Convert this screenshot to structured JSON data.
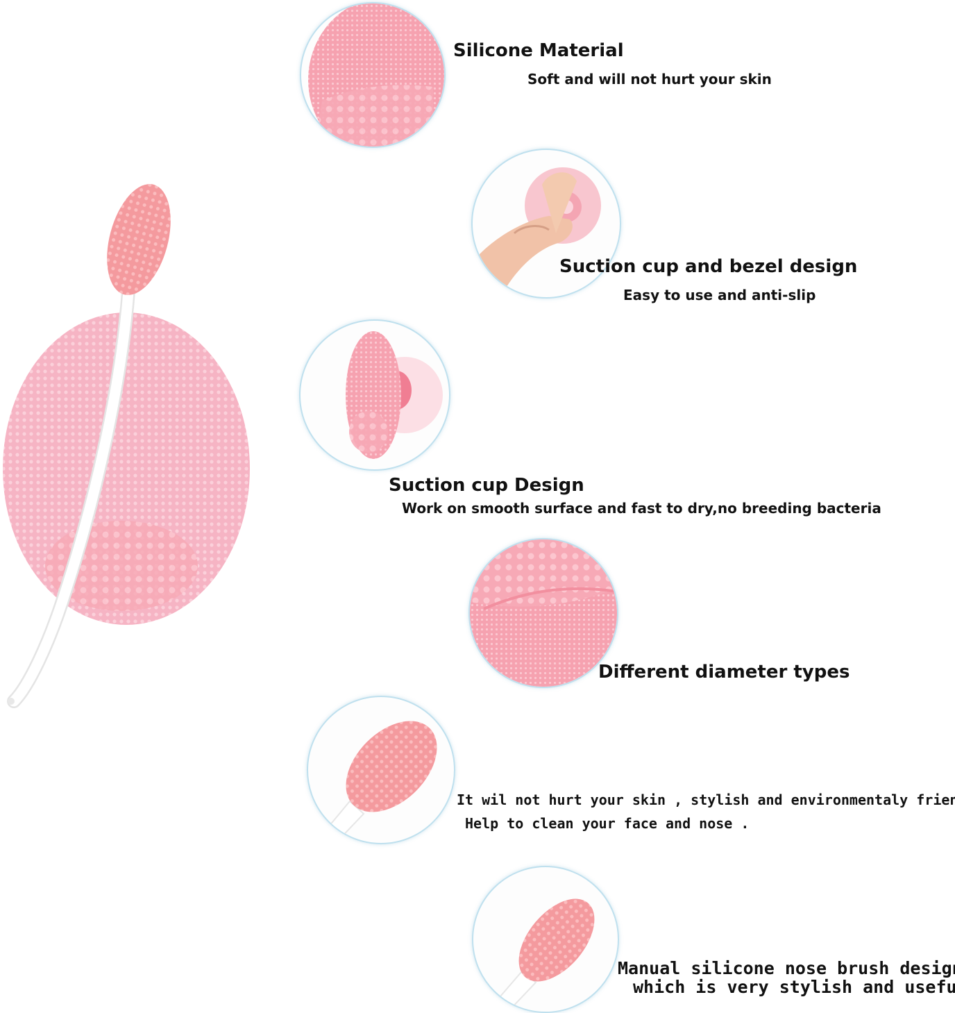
{
  "colors": {
    "pad_pink": "#f6b7c6",
    "brush_pink": "#f49a9e",
    "handle_white": "#ffffff",
    "circle_border": "#bfe0ee"
  },
  "features": [
    {
      "title": "Silicone Material",
      "subtitle": "Soft and will not hurt your skin"
    },
    {
      "title": "Suction cup and bezel design",
      "subtitle": "Easy to use and anti-slip"
    },
    {
      "title": "Suction cup Design",
      "subtitle": "Work on smooth surface and fast to dry,no breeding bacteria"
    },
    {
      "title": "Different diameter types"
    },
    {
      "line1": "It wil not hurt your skin , stylish and environmentaly friendly .",
      "line2": "Help to clean your face and nose ."
    },
    {
      "line1": "Manual silicone nose brush design,",
      "line2": "which is very stylish and useful ."
    }
  ]
}
